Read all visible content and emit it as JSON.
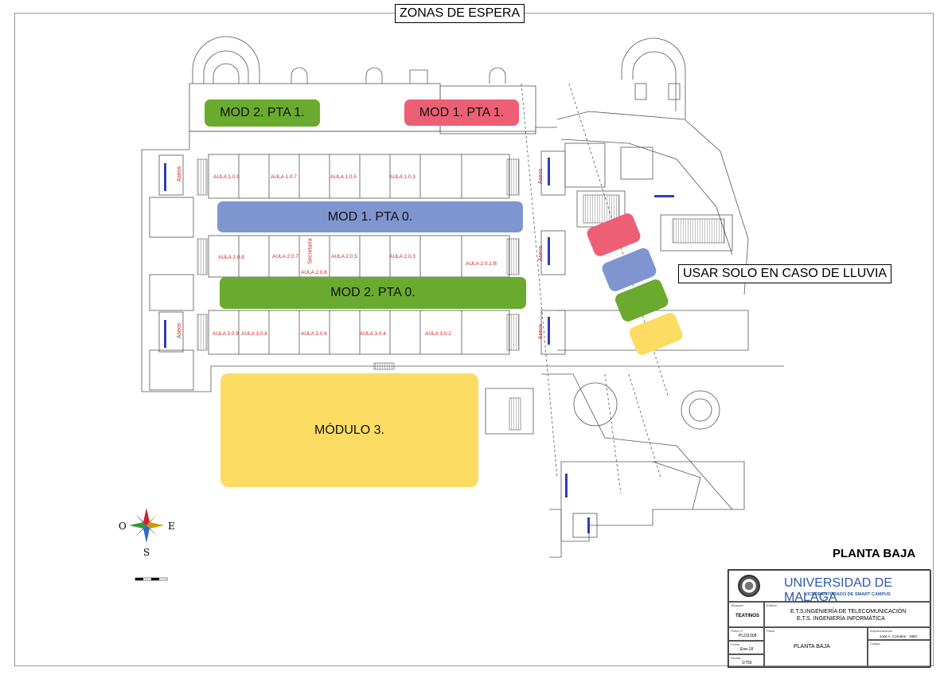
{
  "header": {
    "title": "ZONAS DE ESPERA"
  },
  "zones": [
    {
      "id": "mod2-pta1",
      "label": "MOD 2. PTA 1.",
      "color": "#6aaa2e"
    },
    {
      "id": "mod1-pta1",
      "label": "MOD 1. PTA 1.",
      "color": "#ec5f74"
    },
    {
      "id": "mod1-pta0",
      "label": "MOD 1. PTA 0.",
      "color": "#7f95cf"
    },
    {
      "id": "mod2-pta0",
      "label": "MOD 2. PTA 0.",
      "color": "#6aaa2e"
    },
    {
      "id": "modulo3",
      "label": "MÓDULO 3.",
      "color": "#fcdc63"
    }
  ],
  "rain_note": "USAR SOLO EN CASO DE LLUVIA",
  "rain_colors": [
    "#ec5f74",
    "#7f95cf",
    "#6aaa2e",
    "#fcdc63"
  ],
  "rooms": {
    "row1": [
      "AULA 1.0.9",
      "AULA 1.0.7",
      "AULA 1.0.5",
      "AULA 1.0.3"
    ],
    "row2": [
      "AULA 2.0.8",
      "AULA 2.0.7",
      "AULA 2.0.6",
      "AULA 2.0.5",
      "AULA 2.0.3",
      "AULA 2.0.1 B"
    ],
    "row3": [
      "AULA 3.0.9",
      "AULA 3.0.8",
      "AULA 3.0.6",
      "AULA 3.0.4",
      "AULA 3.0.2"
    ],
    "aseos": "Aseos",
    "secretaria": "Secretaría"
  },
  "compass": {
    "w": "O",
    "e": "E",
    "s": "S"
  },
  "plan_title": "PLANTA BAJA",
  "title_block": {
    "university": "UNIVERSIDAD DE MALAGA",
    "vice": "VICERRECTORADO DE SMART CAMPUS",
    "campus_label": "Situación",
    "campus": "TEATINOS",
    "building_label": "Edificio",
    "building_1": "E.T.S.INGENIERÍA DE TELECOMUNICACIÓN",
    "building_2": "E.T.S. INGENIERÍA INFORMÁTICA",
    "plan_no_label": "Plano nº",
    "plan_no": "PL211008",
    "date_label": "Fecha",
    "date": "Ene-18",
    "scale_label": "Escala",
    "scale": "1/750",
    "plan_label": "Plano",
    "plan_name": "PLANTA BAJA",
    "architect_label": "Arquitecto/autor",
    "architect": "José A. Corrales - 1984",
    "code_label": "Código"
  },
  "icons": [
    "compass-rose-icon",
    "university-seal-icon"
  ]
}
